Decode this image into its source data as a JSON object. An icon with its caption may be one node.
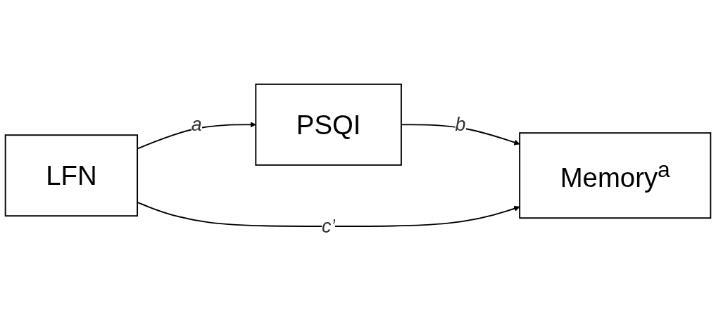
{
  "diagram": {
    "nodes": [
      {
        "text": [
          "LFN"
        ]
      },
      {
        "text": [
          "PSQI"
        ]
      },
      {
        "text": [
          "Memory$^{a}$"
        ]
      }
    ],
    "edges": [
      {
        "from": 0,
        "to": 1,
        "arrow": "to",
        "label": "a"
      },
      {
        "from": 1,
        "to": 2,
        "arrow": "to",
        "label": "b"
      },
      {
        "from": 0,
        "to": 2,
        "arrow": "to",
        "label": "c’"
      }
    ]
  }
}
